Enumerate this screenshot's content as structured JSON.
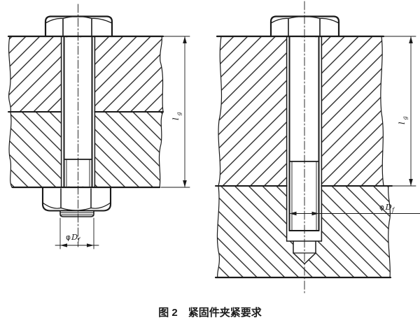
{
  "caption": "图 2　紧固件夹紧要求",
  "colors": {
    "ink": "#1a1a1a",
    "paper": "#ffffff"
  },
  "left_view": {
    "grip_length": {
      "symbol": "l",
      "subscript": "g"
    },
    "bearing_dia": {
      "phi": "φ",
      "symbol": "D",
      "subscript": "f"
    }
  },
  "right_view": {
    "grip_length": {
      "symbol": "l",
      "subscript": "g"
    },
    "bearing_dia": {
      "phi": "φ",
      "symbol": "D",
      "subscript": "f"
    }
  }
}
